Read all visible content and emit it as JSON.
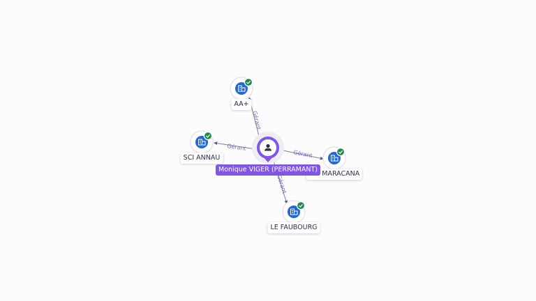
{
  "graph": {
    "center": {
      "label": "Monique VIGER (PERRAMANT)",
      "icon": "person-icon",
      "color": "#7f56e8"
    },
    "companies": [
      {
        "label": "AA+",
        "icon": "building-icon",
        "verified": true
      },
      {
        "label": "SCI ANNAU",
        "icon": "building-icon",
        "verified": true
      },
      {
        "label": "SCI MARACANA",
        "icon": "building-icon",
        "verified": true
      },
      {
        "label": "LE FAUBOURG",
        "icon": "building-icon",
        "verified": true
      }
    ],
    "edges": [
      {
        "label": "Gérant"
      },
      {
        "label": "Gérant"
      },
      {
        "label": "Gérant"
      },
      {
        "label": "Gérant"
      }
    ],
    "colors": {
      "company_icon": "#2468d8",
      "verified_badge": "#1e8a4f",
      "edge_label": "#6e6ab8"
    }
  }
}
